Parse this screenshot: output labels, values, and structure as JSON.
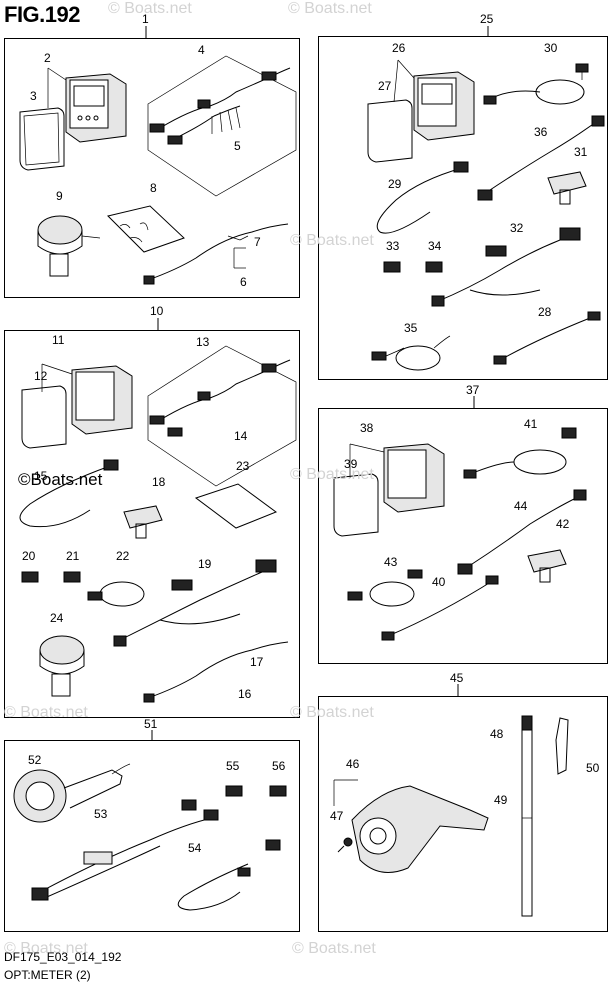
{
  "figure": {
    "title": "FIG.192"
  },
  "watermarks": [
    "© Boats.net",
    "© Boats.net",
    "© Boats.net",
    "© Boats.net",
    "© Boats.net",
    "© Boats.net",
    "© Boats.net",
    "© Boats.net"
  ],
  "watermark_dark": "©Boats.net",
  "callouts": {
    "c1": "1",
    "c2": "2",
    "c3": "3",
    "c4": "4",
    "c5": "5",
    "c6": "6",
    "c7": "7",
    "c8": "8",
    "c9": "9",
    "c10": "10",
    "c11": "11",
    "c12": "12",
    "c13": "13",
    "c14": "14",
    "c15": "15",
    "c16": "16",
    "c17": "17",
    "c18": "18",
    "c19": "19",
    "c20": "20",
    "c21": "21",
    "c22": "22",
    "c23": "23",
    "c24": "24",
    "c25": "25",
    "c26": "26",
    "c27": "27",
    "c28": "28",
    "c29": "29",
    "c30": "30",
    "c31": "31",
    "c32": "32",
    "c33": "33",
    "c34": "34",
    "c35": "35",
    "c36": "36",
    "c37": "37",
    "c38": "38",
    "c39": "39",
    "c40": "40",
    "c41": "41",
    "c42": "42",
    "c43": "43",
    "c44": "44",
    "c45": "45",
    "c46": "46",
    "c47": "47",
    "c48": "48",
    "c49": "49",
    "c50": "50",
    "c51": "51",
    "c52": "52",
    "c53": "53",
    "c54": "54",
    "c55": "55",
    "c56": "56"
  },
  "footer": {
    "code": "DF175_E03_014_192",
    "caption": "OPT:METER (2)"
  }
}
